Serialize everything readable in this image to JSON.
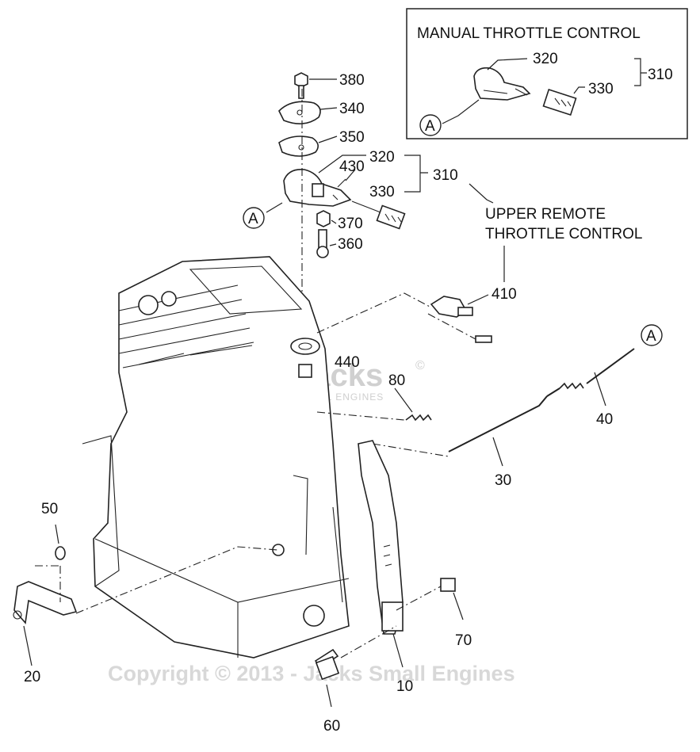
{
  "manual_box": {
    "title": "MANUAL THROTTLE CONTROL",
    "labels": [
      "320",
      "310",
      "330"
    ],
    "ref": "A"
  },
  "upper_remote": {
    "line1": "UPPER REMOTE",
    "line2": "THROTTLE CONTROL"
  },
  "callouts": {
    "c380": "380",
    "c340": "340",
    "c350": "350",
    "c320": "320",
    "c430": "430",
    "c310": "310",
    "c330": "330",
    "c370": "370",
    "c360": "360",
    "c410": "410",
    "c440": "440",
    "c80": "80",
    "c40": "40",
    "c30": "30",
    "c50": "50",
    "c20": "20",
    "c70": "70",
    "c10": "10",
    "c60": "60"
  },
  "refs": {
    "ref_main": "A",
    "ref_spring": "A"
  },
  "watermark": {
    "copyright": "Copyright © 2013 - Jacks Small Engines",
    "logo": "Jacks",
    "logo_sub": "SMALL ENGINES",
    "registered": "©"
  }
}
